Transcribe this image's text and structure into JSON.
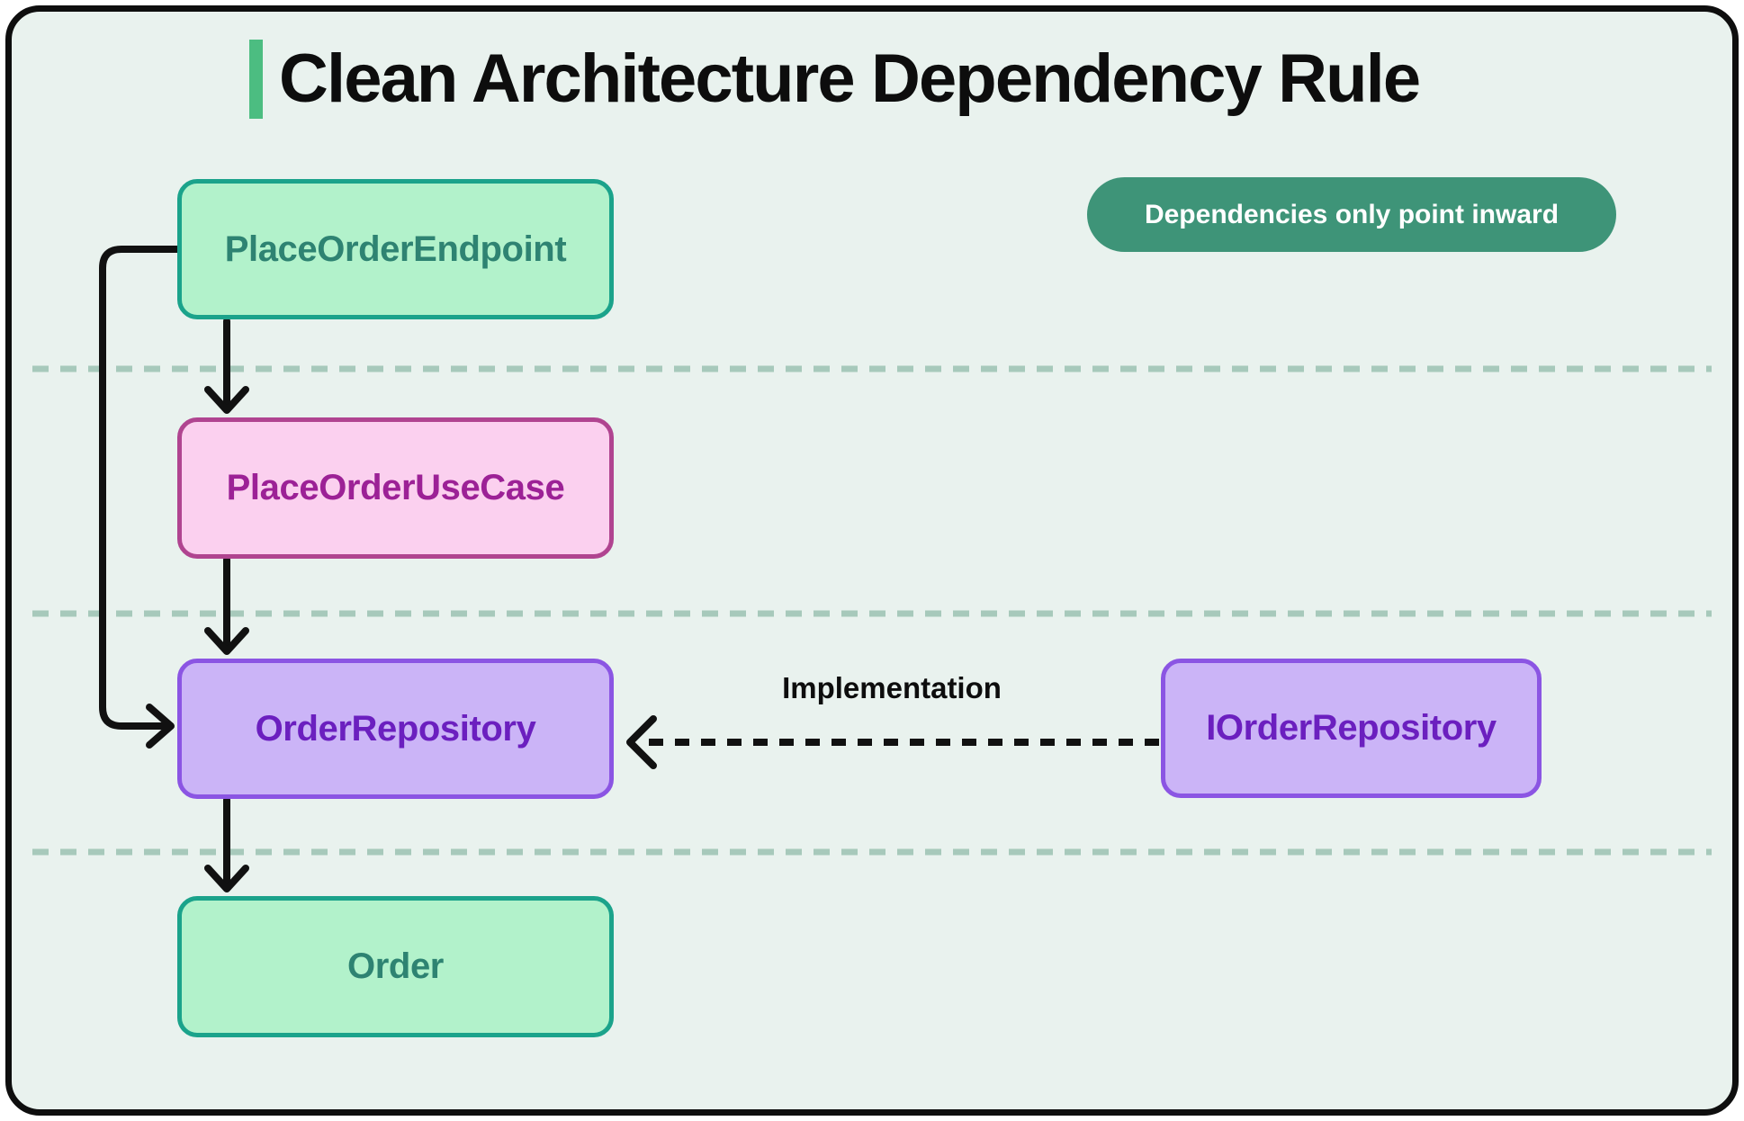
{
  "title": {
    "text": "Clean Architecture Dependency Rule"
  },
  "badge": {
    "label": "Dependencies only point inward"
  },
  "nodes": [
    {
      "id": "place-order-endpoint",
      "label": "PlaceOrderEndpoint",
      "color": "green"
    },
    {
      "id": "place-order-use-case",
      "label": "PlaceOrderUseCase",
      "color": "pink"
    },
    {
      "id": "order-repository",
      "label": "OrderRepository",
      "color": "purple"
    },
    {
      "id": "order",
      "label": "Order",
      "color": "green"
    },
    {
      "id": "i-order-repository",
      "label": "IOrderRepository",
      "color": "purple"
    }
  ],
  "edges": {
    "implementation_label": "Implementation"
  },
  "colors": {
    "background": "#e9f2ee",
    "frame": "#0e0e0e",
    "accent_green": "#4cbd81",
    "badge_bg": "#3e9478",
    "badge_text": "#ffffff",
    "separator": "#a7c9bb",
    "arrow": "#111111",
    "green_fill": "#b2f2cb",
    "green_border": "#1ba38b",
    "green_text": "#2e8372",
    "pink_fill": "#fbd0ef",
    "pink_border": "#b04490",
    "purple_fill": "#cbb4f7",
    "purple_border": "#8b55e3",
    "pink_text": "#9c2196",
    "purple_text": "#6b1fbf"
  }
}
